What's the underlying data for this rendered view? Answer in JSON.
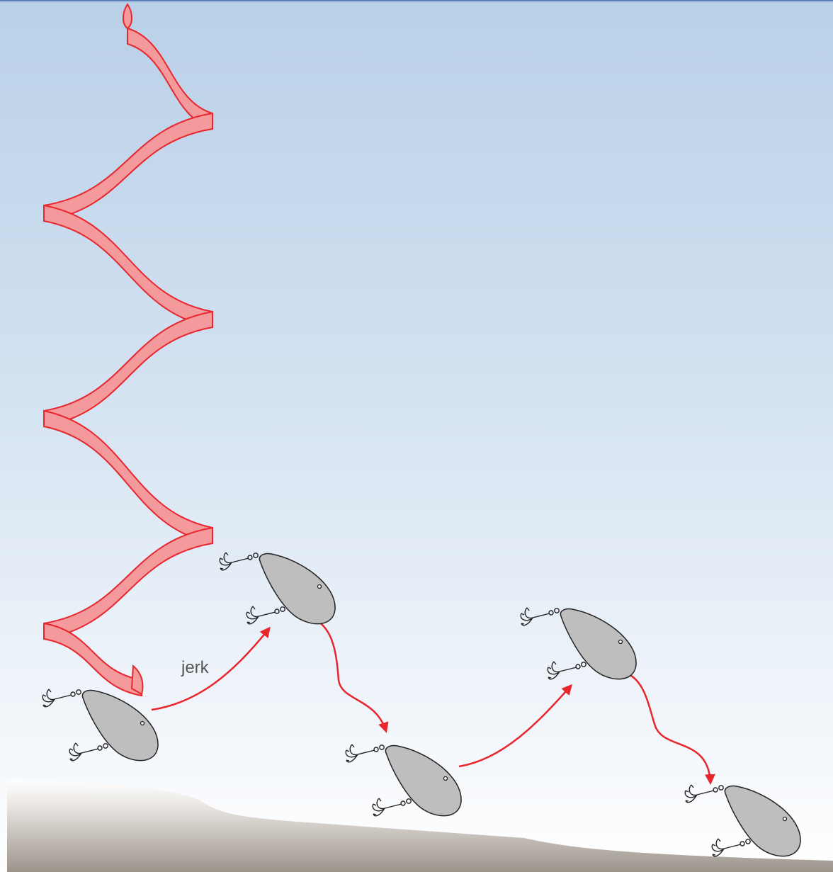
{
  "diagram": {
    "label": "jerk",
    "colors": {
      "water_top": "#b9d0e8",
      "water_bottom": "#ffffff",
      "line_fill": "#f49a9c",
      "line_stroke": "#e8262d",
      "arrow": "#e8262d",
      "lure_body": "#bebebe",
      "lure_outline": "#222222",
      "seabed_light": "#ffffff",
      "seabed_dark": "#9c948b"
    },
    "icons": [
      "lure-icon",
      "treble-hook-icon",
      "spiral-line",
      "arrow"
    ]
  }
}
